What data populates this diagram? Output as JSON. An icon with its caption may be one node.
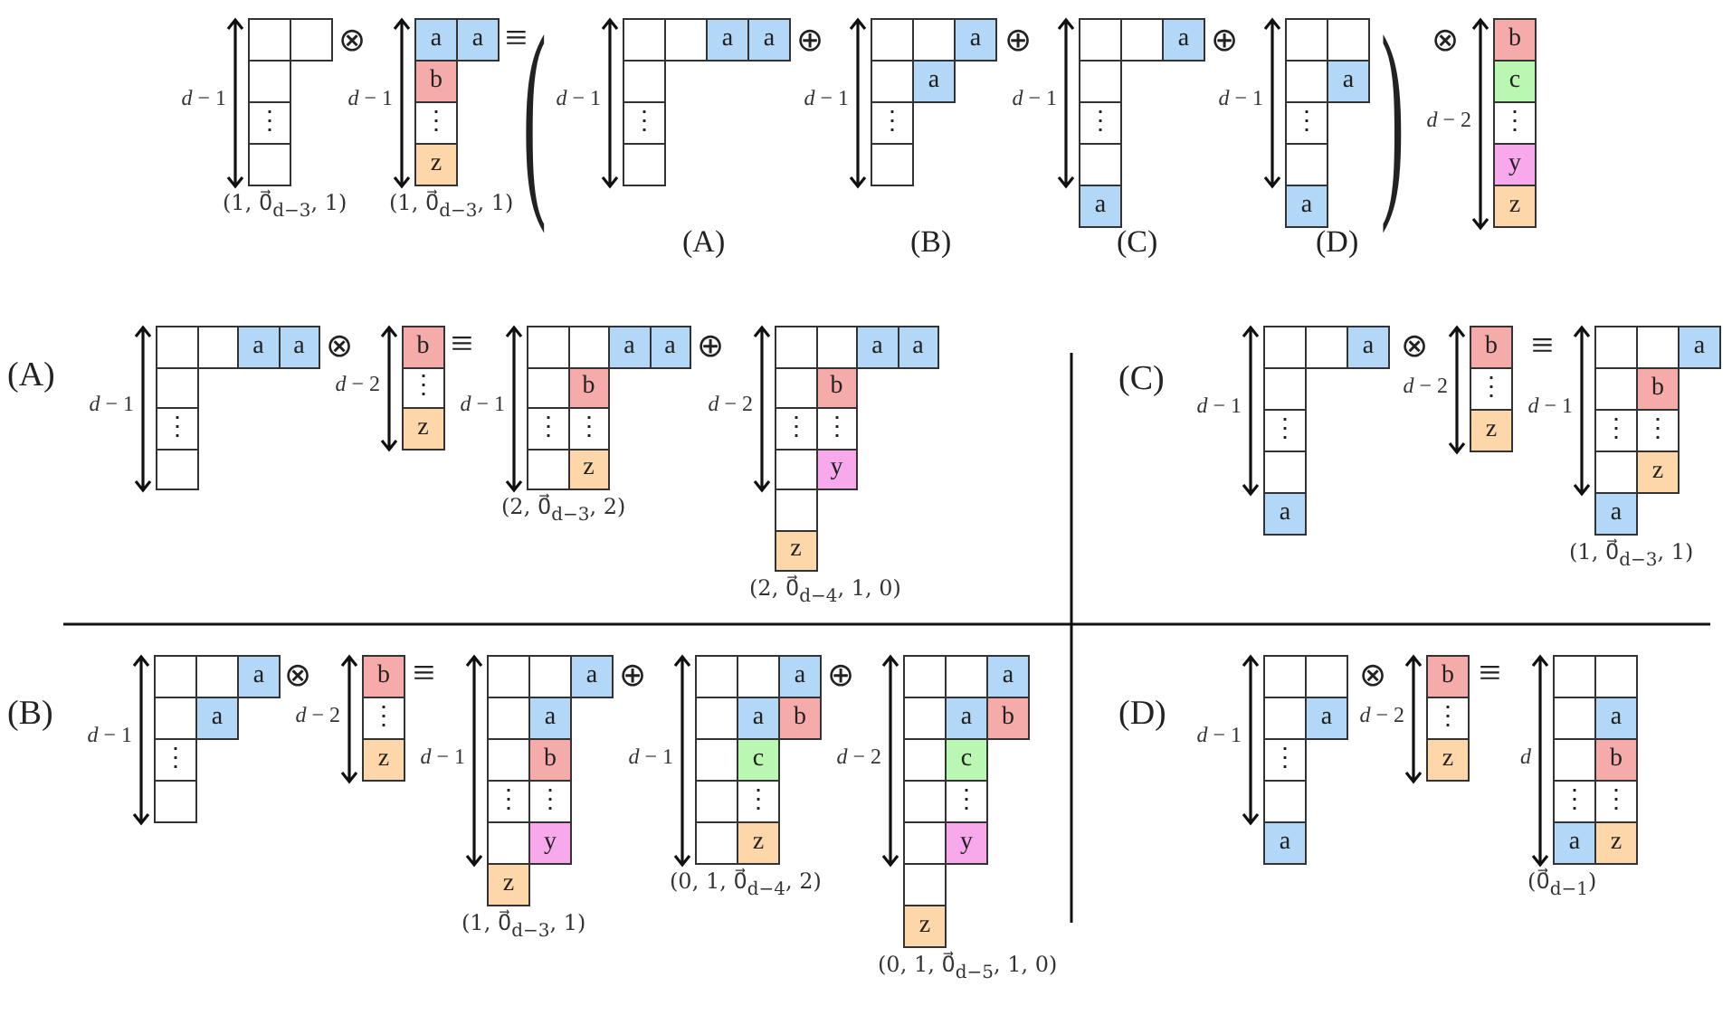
{
  "diagram": {
    "nodes": [
      {
        "text": [
          "⋮"
        ],
        "beside": [
          "*d* − 1",
          "(1, 0⃗$_{d−3}$, 1)"
        ]
      },
      {
        "text": [
          "a",
          "a",
          "b",
          "⋮",
          "z"
        ],
        "beside": [
          "*d* − 1",
          "(1, 0⃗$_{d−3}$, 1)"
        ]
      },
      {
        "text": [
          "a",
          "a",
          "⋮"
        ],
        "beside": [
          "*d* − 1"
        ]
      },
      {
        "text": [
          "a",
          "a",
          "⋮"
        ],
        "beside": [
          "*d* − 1"
        ]
      },
      {
        "text": [
          "a",
          "⋮",
          "a"
        ],
        "beside": [
          "*d* − 1"
        ]
      },
      {
        "text": [
          "a",
          "⋮",
          "a"
        ],
        "beside": [
          "*d* − 1"
        ]
      },
      {
        "text": [
          "b",
          "c",
          "⋮",
          "y",
          "z"
        ],
        "beside": [
          "*d* − 2"
        ]
      },
      {
        "text": [
          "a",
          "a",
          "⋮"
        ],
        "beside": [
          "*d* − 1"
        ]
      },
      {
        "text": [
          "b",
          "⋮",
          "z"
        ],
        "beside": [
          "*d* − 2"
        ]
      },
      {
        "text": [
          "a",
          "a",
          "b",
          "⋮",
          "⋮",
          "z"
        ],
        "beside": [
          "*d* − 1",
          "(2, 0⃗$_{d−3}$, 2)"
        ]
      },
      {
        "text": [
          "a",
          "a",
          "b",
          "⋮",
          "⋮",
          "y",
          "z"
        ],
        "beside": [
          "*d* − 2",
          "(2, 0⃗$_{d−4}$, 1, 0)"
        ]
      },
      {
        "text": [
          "a",
          "⋮",
          "a"
        ],
        "beside": [
          "*d* − 1"
        ]
      },
      {
        "text": [
          "b",
          "⋮",
          "z"
        ],
        "beside": [
          "*d* − 2"
        ]
      },
      {
        "text": [
          "a",
          "b",
          "⋮",
          "⋮",
          "z",
          "a"
        ],
        "beside": [
          "*d* − 1",
          "(1, 0⃗$_{d−3}$, 1)"
        ]
      },
      {
        "text": [
          "a",
          "a",
          "⋮"
        ],
        "beside": [
          "*d* − 1"
        ]
      },
      {
        "text": [
          "b",
          "⋮",
          "z"
        ],
        "beside": [
          "*d* − 2"
        ]
      },
      {
        "text": [
          "a",
          "a",
          "b",
          "⋮",
          "⋮",
          "y",
          "z"
        ],
        "beside": [
          "*d* − 1",
          "(1, 0⃗$_{d−3}$, 1)"
        ]
      },
      {
        "text": [
          "a",
          "a",
          "b",
          "c",
          "⋮",
          "z"
        ],
        "beside": [
          "*d* − 1",
          "(0, 1, 0⃗$_{d−4}$, 2)"
        ]
      },
      {
        "text": [
          "a",
          "a",
          "b",
          "c",
          "⋮",
          "y",
          "z"
        ],
        "beside": [
          "*d* − 2",
          "(0, 1, 0⃗$_{d−5}$, 1, 0)"
        ]
      },
      {
        "text": [
          "a",
          "⋮",
          "a"
        ],
        "beside": [
          "*d* − 1"
        ]
      },
      {
        "text": [
          "b",
          "⋮",
          "z"
        ],
        "beside": [
          "*d* − 2"
        ]
      },
      {
        "text": [
          "a",
          "b",
          "⋮",
          "⋮",
          "a",
          "z"
        ],
        "beside": [
          "*d*",
          "(0⃗$_{d−1}$)"
        ]
      }
    ],
    "labels": [
      "⊗",
      "≡",
      "(",
      "⊕",
      "⊕",
      "⊕",
      ")",
      "⊗",
      "(A)",
      "(B)",
      "(C)",
      "(D)",
      "(A)",
      "⊗",
      "≡",
      "⊕",
      "(C)",
      "⊗",
      "≡",
      "(B)",
      "⊗",
      "≡",
      "⊕",
      "⊕",
      "(D)",
      "⊗",
      "≡"
    ]
  }
}
